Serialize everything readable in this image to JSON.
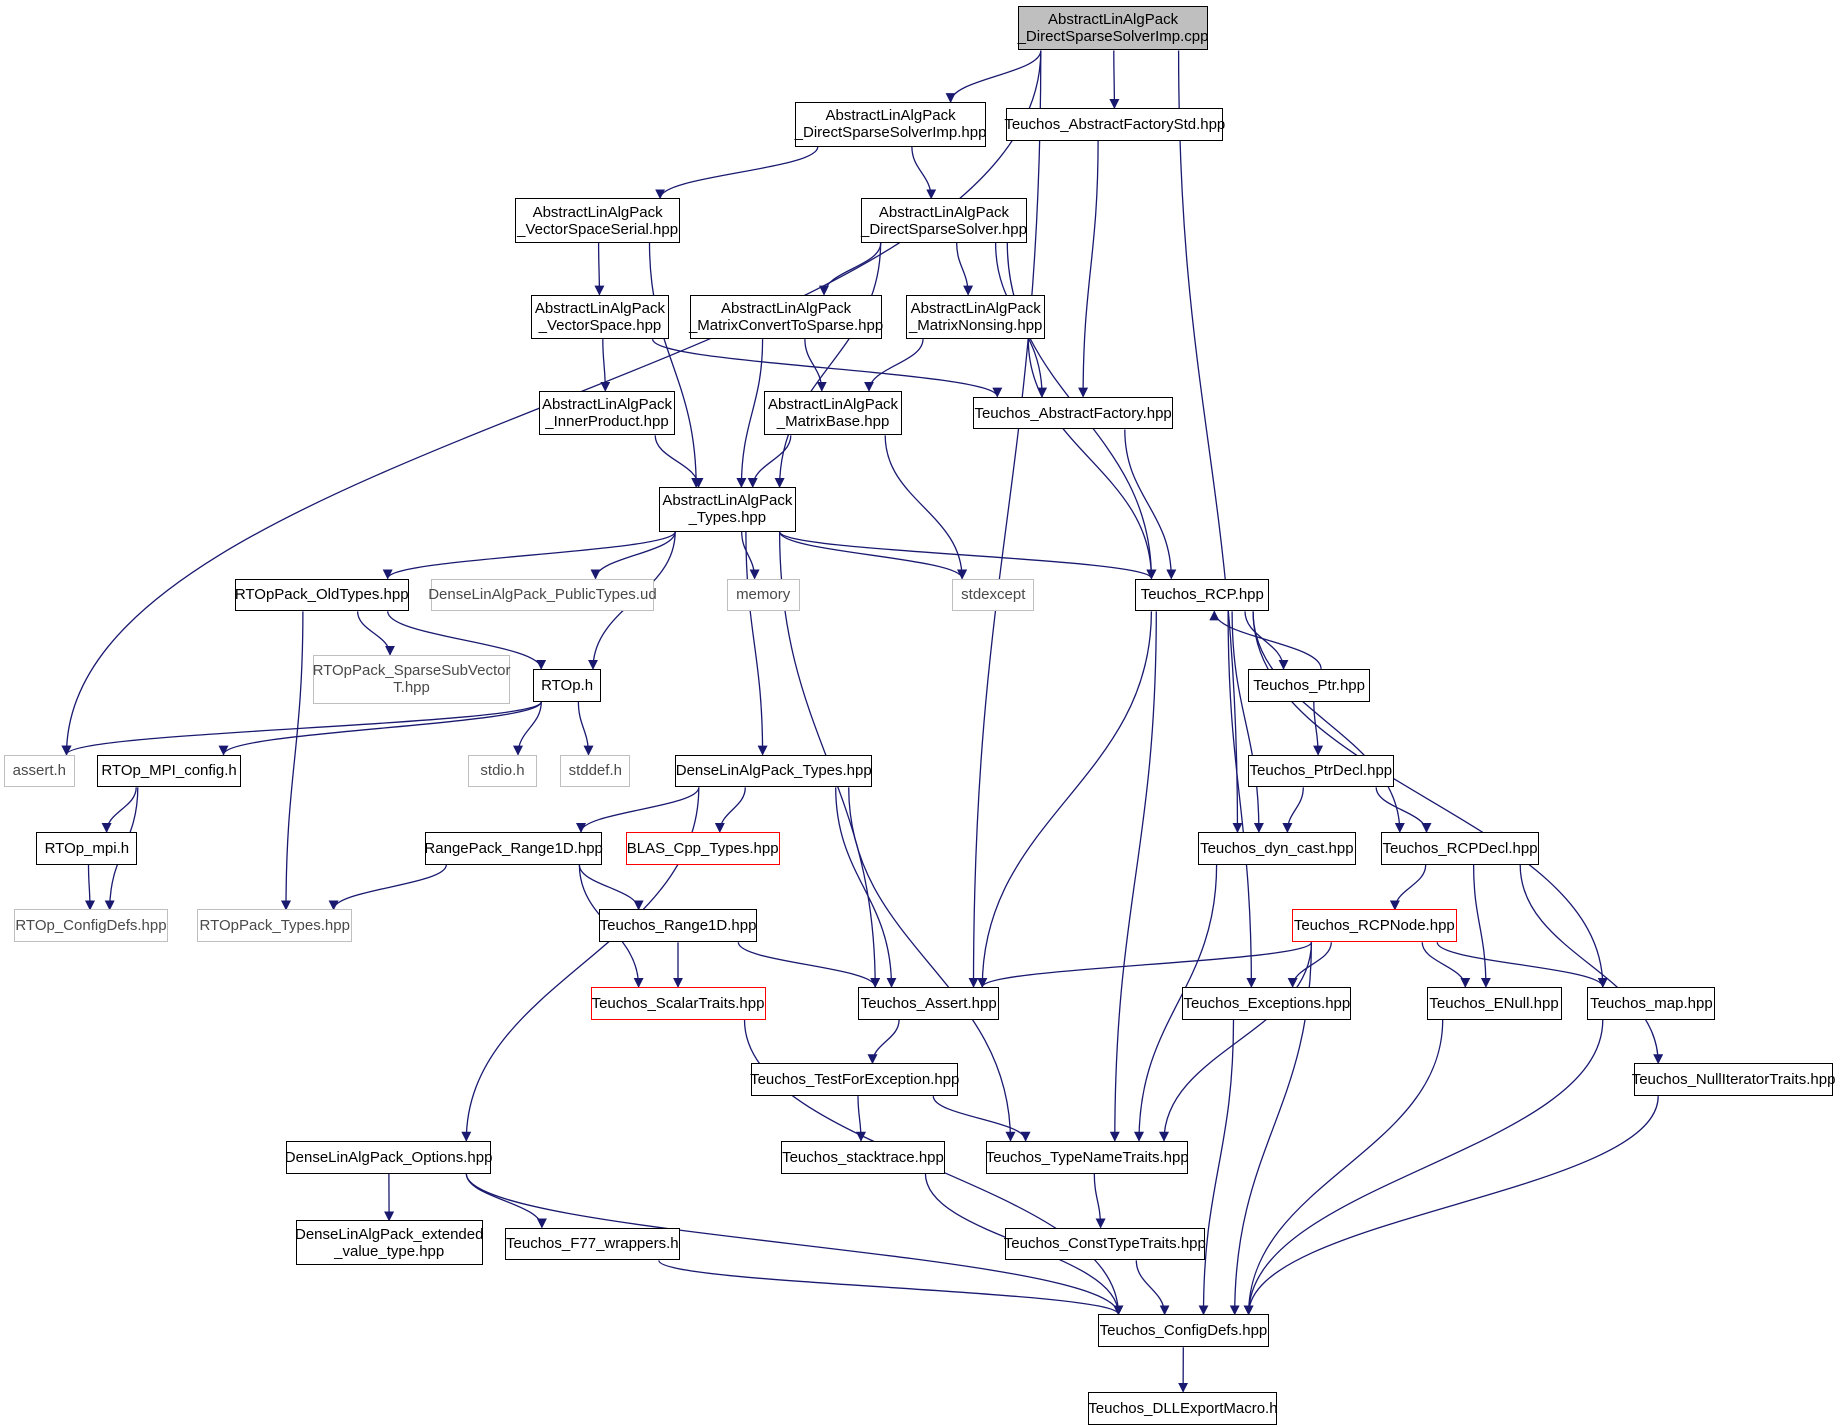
{
  "graph": {
    "colors": {
      "edge": "#191970",
      "node_border": "#000000",
      "root_fill": "#bfbfbf",
      "external_border": "#bfbfbf",
      "truncated_border": "#ff0000"
    },
    "nodes": {
      "root": {
        "lines": [
          "AbstractLinAlgPack",
          "_DirectSparseSolverImp.cpp"
        ],
        "kind": "root"
      },
      "dssimp_hpp": {
        "lines": [
          "AbstractLinAlgPack",
          "_DirectSparseSolverImp.hpp"
        ],
        "kind": "normal"
      },
      "afstd": {
        "lines": [
          "Teuchos_AbstractFactoryStd.hpp"
        ],
        "kind": "normal"
      },
      "vss": {
        "lines": [
          "AbstractLinAlgPack",
          "_VectorSpaceSerial.hpp"
        ],
        "kind": "normal"
      },
      "dss": {
        "lines": [
          "AbstractLinAlgPack",
          "_DirectSparseSolver.hpp"
        ],
        "kind": "normal"
      },
      "vs": {
        "lines": [
          "AbstractLinAlgPack",
          "_VectorSpace.hpp"
        ],
        "kind": "normal"
      },
      "mcts": {
        "lines": [
          "AbstractLinAlgPack",
          "_MatrixConvertToSparse.hpp"
        ],
        "kind": "normal"
      },
      "mns": {
        "lines": [
          "AbstractLinAlgPack",
          "_MatrixNonsing.hpp"
        ],
        "kind": "normal"
      },
      "ip": {
        "lines": [
          "AbstractLinAlgPack",
          "_InnerProduct.hpp"
        ],
        "kind": "normal"
      },
      "mb": {
        "lines": [
          "AbstractLinAlgPack",
          "_MatrixBase.hpp"
        ],
        "kind": "normal"
      },
      "af": {
        "lines": [
          "Teuchos_AbstractFactory.hpp"
        ],
        "kind": "normal"
      },
      "types": {
        "lines": [
          "AbstractLinAlgPack",
          "_Types.hpp"
        ],
        "kind": "normal"
      },
      "oldtypes": {
        "lines": [
          "RTOpPack_OldTypes.hpp"
        ],
        "kind": "normal"
      },
      "dlap_pub": {
        "lines": [
          "DenseLinAlgPack_PublicTypes.ud"
        ],
        "kind": "external"
      },
      "memory": {
        "lines": [
          "memory"
        ],
        "kind": "external"
      },
      "stdexcept": {
        "lines": [
          "stdexcept"
        ],
        "kind": "external"
      },
      "rcp": {
        "lines": [
          "Teuchos_RCP.hpp"
        ],
        "kind": "normal"
      },
      "sparsesub": {
        "lines": [
          "RTOpPack_SparseSubVector",
          "T.hpp"
        ],
        "kind": "external"
      },
      "rtoph": {
        "lines": [
          "RTOp.h"
        ],
        "kind": "normal"
      },
      "ptr": {
        "lines": [
          "Teuchos_Ptr.hpp"
        ],
        "kind": "normal"
      },
      "asserth": {
        "lines": [
          "assert.h"
        ],
        "kind": "external"
      },
      "mpiconfig": {
        "lines": [
          "RTOp_MPI_config.h"
        ],
        "kind": "normal"
      },
      "stdio": {
        "lines": [
          "stdio.h"
        ],
        "kind": "external"
      },
      "stddef": {
        "lines": [
          "stddef.h"
        ],
        "kind": "external"
      },
      "dlaptypes": {
        "lines": [
          "DenseLinAlgPack_Types.hpp"
        ],
        "kind": "normal"
      },
      "ptrdecl": {
        "lines": [
          "Teuchos_PtrDecl.hpp"
        ],
        "kind": "normal"
      },
      "rtopmpi": {
        "lines": [
          "RTOp_mpi.h"
        ],
        "kind": "normal"
      },
      "range1d": {
        "lines": [
          "RangePack_Range1D.hpp"
        ],
        "kind": "normal"
      },
      "blas": {
        "lines": [
          "BLAS_Cpp_Types.hpp"
        ],
        "kind": "truncated"
      },
      "dyncast": {
        "lines": [
          "Teuchos_dyn_cast.hpp"
        ],
        "kind": "normal"
      },
      "rcpdecl": {
        "lines": [
          "Teuchos_RCPDecl.hpp"
        ],
        "kind": "normal"
      },
      "configdefs_rtop": {
        "lines": [
          "RTOp_ConfigDefs.hpp"
        ],
        "kind": "external"
      },
      "rtoppacktypes": {
        "lines": [
          "RTOpPack_Types.hpp"
        ],
        "kind": "external"
      },
      "trange1d": {
        "lines": [
          "Teuchos_Range1D.hpp"
        ],
        "kind": "normal"
      },
      "rcpnode": {
        "lines": [
          "Teuchos_RCPNode.hpp"
        ],
        "kind": "truncated"
      },
      "scalartraits": {
        "lines": [
          "Teuchos_ScalarTraits.hpp"
        ],
        "kind": "truncated"
      },
      "tassert": {
        "lines": [
          "Teuchos_Assert.hpp"
        ],
        "kind": "normal"
      },
      "exceptions": {
        "lines": [
          "Teuchos_Exceptions.hpp"
        ],
        "kind": "normal"
      },
      "enull": {
        "lines": [
          "Teuchos_ENull.hpp"
        ],
        "kind": "normal"
      },
      "tmap": {
        "lines": [
          "Teuchos_map.hpp"
        ],
        "kind": "normal"
      },
      "testforexc": {
        "lines": [
          "Teuchos_TestForException.hpp"
        ],
        "kind": "normal"
      },
      "nulliter": {
        "lines": [
          "Teuchos_NullIteratorTraits.hpp"
        ],
        "kind": "normal"
      },
      "options": {
        "lines": [
          "DenseLinAlgPack_Options.hpp"
        ],
        "kind": "normal"
      },
      "stacktrace": {
        "lines": [
          "Teuchos_stacktrace.hpp"
        ],
        "kind": "normal"
      },
      "typenametraits": {
        "lines": [
          "Teuchos_TypeNameTraits.hpp"
        ],
        "kind": "normal"
      },
      "extvt": {
        "lines": [
          "DenseLinAlgPack_extended",
          "_value_type.hpp"
        ],
        "kind": "normal"
      },
      "f77": {
        "lines": [
          "Teuchos_F77_wrappers.h"
        ],
        "kind": "normal"
      },
      "consttt": {
        "lines": [
          "Teuchos_ConstTypeTraits.hpp"
        ],
        "kind": "normal"
      },
      "configdefs": {
        "lines": [
          "Teuchos_ConfigDefs.hpp"
        ],
        "kind": "normal"
      },
      "dllexport": {
        "lines": [
          "Teuchos_DLLExportMacro.h"
        ],
        "kind": "normal"
      }
    },
    "edges": [
      [
        "root",
        "asserth"
      ],
      [
        "root",
        "dssimp_hpp"
      ],
      [
        "root",
        "afstd"
      ],
      [
        "root",
        "tassert"
      ],
      [
        "root",
        "dyncast"
      ],
      [
        "dssimp_hpp",
        "vss"
      ],
      [
        "dssimp_hpp",
        "dss"
      ],
      [
        "afstd",
        "af"
      ],
      [
        "vss",
        "vs"
      ],
      [
        "vss",
        "types"
      ],
      [
        "dss",
        "types"
      ],
      [
        "dss",
        "mcts"
      ],
      [
        "dss",
        "mns"
      ],
      [
        "dss",
        "af"
      ],
      [
        "dss",
        "rcp"
      ],
      [
        "vs",
        "ip"
      ],
      [
        "vs",
        "af"
      ],
      [
        "mcts",
        "mb"
      ],
      [
        "mcts",
        "types"
      ],
      [
        "mns",
        "mb"
      ],
      [
        "mns",
        "rcp"
      ],
      [
        "ip",
        "types"
      ],
      [
        "mb",
        "types"
      ],
      [
        "mb",
        "stdexcept"
      ],
      [
        "af",
        "rcp"
      ],
      [
        "types",
        "oldtypes"
      ],
      [
        "types",
        "dlap_pub"
      ],
      [
        "types",
        "memory"
      ],
      [
        "types",
        "stdexcept"
      ],
      [
        "types",
        "rcp"
      ],
      [
        "types",
        "rtoph"
      ],
      [
        "types",
        "dlaptypes"
      ],
      [
        "types",
        "tassert"
      ],
      [
        "oldtypes",
        "sparsesub"
      ],
      [
        "oldtypes",
        "rtoph"
      ],
      [
        "oldtypes",
        "rtoppacktypes"
      ],
      [
        "rtoph",
        "asserth"
      ],
      [
        "rtoph",
        "mpiconfig"
      ],
      [
        "rtoph",
        "stdio"
      ],
      [
        "rtoph",
        "stddef"
      ],
      [
        "mpiconfig",
        "rtopmpi"
      ],
      [
        "mpiconfig",
        "configdefs_rtop"
      ],
      [
        "rtopmpi",
        "configdefs_rtop"
      ],
      [
        "dlaptypes",
        "range1d"
      ],
      [
        "dlaptypes",
        "blas"
      ],
      [
        "dlaptypes",
        "options"
      ],
      [
        "dlaptypes",
        "tassert"
      ],
      [
        "dlaptypes",
        "typenametraits"
      ],
      [
        "range1d",
        "rtoppacktypes"
      ],
      [
        "range1d",
        "trange1d"
      ],
      [
        "range1d",
        "scalartraits"
      ],
      [
        "trange1d",
        "scalartraits"
      ],
      [
        "trange1d",
        "tassert"
      ],
      [
        "rcp",
        "tassert"
      ],
      [
        "rcp",
        "ptr"
      ],
      [
        "rcp",
        "typenametraits"
      ],
      [
        "rcp",
        "exceptions"
      ],
      [
        "rcp",
        "dyncast"
      ],
      [
        "rcp",
        "rcpdecl"
      ],
      [
        "rcp",
        "tmap"
      ],
      [
        "ptr",
        "ptrdecl"
      ],
      [
        "ptr",
        "rcp"
      ],
      [
        "ptrdecl",
        "dyncast"
      ],
      [
        "ptrdecl",
        "rcpdecl"
      ],
      [
        "dyncast",
        "typenametraits"
      ],
      [
        "rcpdecl",
        "rcpnode"
      ],
      [
        "rcpdecl",
        "enull"
      ],
      [
        "rcpdecl",
        "nulliter"
      ],
      [
        "rcpnode",
        "tassert"
      ],
      [
        "rcpnode",
        "typenametraits"
      ],
      [
        "rcpnode",
        "exceptions"
      ],
      [
        "rcpnode",
        "enull"
      ],
      [
        "rcpnode",
        "tmap"
      ],
      [
        "rcpnode",
        "configdefs"
      ],
      [
        "tassert",
        "testforexc"
      ],
      [
        "testforexc",
        "stacktrace"
      ],
      [
        "testforexc",
        "typenametraits"
      ],
      [
        "scalartraits",
        "configdefs"
      ],
      [
        "exceptions",
        "configdefs"
      ],
      [
        "enull",
        "configdefs"
      ],
      [
        "tmap",
        "configdefs"
      ],
      [
        "nulliter",
        "configdefs"
      ],
      [
        "options",
        "extvt"
      ],
      [
        "options",
        "f77"
      ],
      [
        "options",
        "configdefs"
      ],
      [
        "f77",
        "configdefs"
      ],
      [
        "stacktrace",
        "configdefs"
      ],
      [
        "typenametraits",
        "consttt"
      ],
      [
        "consttt",
        "configdefs"
      ],
      [
        "configdefs",
        "dllexport"
      ]
    ]
  }
}
